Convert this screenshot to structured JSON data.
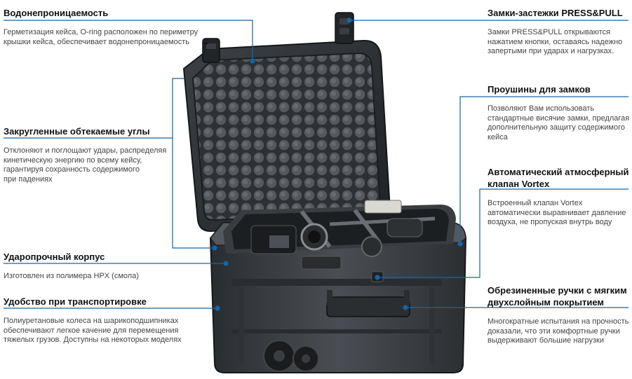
{
  "features": [
    {
      "key": "waterproof",
      "title": "Водонепроницаемость",
      "desc": [
        "Герметизация кейса, O-ring расположен по периметру",
        "крышки кейса, обеспечивает водонепроницаемость"
      ]
    },
    {
      "key": "corners",
      "title": "Закругленные обтекаемые углы",
      "desc": [
        "Отклоняют и поглощают удары, распределяя",
        "кинетическую энергию по всему кейсу,",
        "гарантируя сохранность содержимого",
        "при падениях"
      ]
    },
    {
      "key": "body",
      "title": "Ударопрочный корпус",
      "desc": [
        "Изготовлен из полимера HPX (смола)"
      ]
    },
    {
      "key": "transport",
      "title": "Удобство при транспортировке",
      "desc": [
        "Полиуретановые колеса на шарикоподшипниках",
        "обеспечивают легкое качение для перемещения",
        "тяжелых грузов. Доступны на некоторых моделях"
      ]
    },
    {
      "key": "latches",
      "title": "Замки-застежки  PRESS&PULL",
      "desc": [
        "Замки PRESS&PULL открываются",
        "нажатием кнопки, оставаясь надежно",
        "запертыми при ударах и нагрузках."
      ]
    },
    {
      "key": "lock-holes",
      "title": "Проушины для замков",
      "desc": [
        "Позволяют Вам использовать",
        "стандартные висячие замки, предлагая",
        "дополнительную защиту содержимого",
        "кейса"
      ]
    },
    {
      "key": "valve",
      "title": "Автоматический атмосферный клапан Vortex",
      "title_lines": [
        "Автоматический атмосферный",
        "клапан Vortex"
      ],
      "desc": [
        "Встроенный клапан Vortex",
        "автоматически выравнивает давление",
        "воздуха, не пропуская внутрь воду"
      ]
    },
    {
      "key": "handles",
      "title": "Обрезиненные ручки с мягким двухслойным покрытием",
      "title_lines": [
        "Обрезиненные ручки с мягким",
        "двухслойным покрытием"
      ],
      "desc": [
        "Многократные испытания на прочность",
        "доказали, что эти комфортные ручки",
        "выдерживают большие нагрузки"
      ]
    }
  ],
  "colors": {
    "accent": "#1565a8",
    "case": "#3b3f44",
    "case_dark": "#232628",
    "foam": "#4a4d50"
  }
}
